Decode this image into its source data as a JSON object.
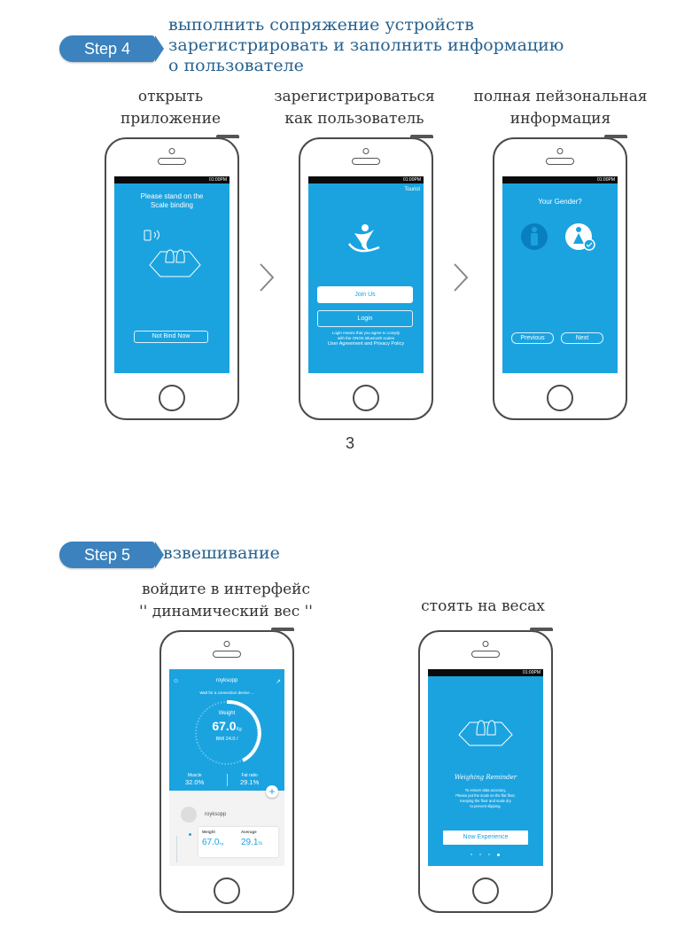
{
  "step4": {
    "badge": "Step 4",
    "title_lines": [
      "выполнить сопряжение устройств",
      "зарегистрировать и заполнить информацию",
      "о пользователе"
    ],
    "captions": [
      [
        "открыть",
        "приложение"
      ],
      [
        "зарегистрироваться",
        "как пользователь"
      ],
      [
        "полная пейзональная",
        "информация"
      ]
    ],
    "phone1": {
      "time": "01:00PM",
      "heading1": "Please stand on the",
      "heading2": "Scale binding",
      "button": "Not Bind Now"
    },
    "phone2": {
      "time": "01:00PM",
      "tourist": "Tourist",
      "join": "Join Us",
      "login": "Login",
      "note1": "Login means that you agree to comply",
      "note2": "with the ONOK Bluetooth scales",
      "note3": "User Agreement and Privacy Policy"
    },
    "phone3": {
      "time": "01:00PM",
      "heading": "Your Gender?",
      "prev": "Previous",
      "next": "Next"
    },
    "page_number": "3"
  },
  "step5": {
    "badge": "Step 5",
    "title": "взвешивание",
    "captions": [
      [
        "войдите в интерфейс",
        "'' динамический вес ''"
      ],
      [
        "стоять на весах"
      ]
    ],
    "phone4": {
      "user": "royksopp",
      "connect": "Wait for a connection device ...",
      "weight_label": "Weight",
      "weight": "67.0",
      "weight_unit": "Kg",
      "bmi": "BMI 24.0 /",
      "muscle_label": "Muscle",
      "muscle": "32.0%",
      "fat_label": "Fat ratio",
      "fat": "29.1%",
      "card_user": "royksopp",
      "card_weight_label": "Weight",
      "card_weight": "67.0",
      "card_weight_unit": "Kg",
      "card_fat_label": "Average",
      "card_fat": "29.1",
      "card_fat_unit": "%"
    },
    "phone5": {
      "time": "01:00PM",
      "heading": "Weighing Reminder",
      "t1": "To ensure data accuracy,",
      "t2": "Please put the scale on the flat floor,",
      "t3": "Keeping the floor and scale dry",
      "t4": "to prevent slipping.",
      "button": "Now Experience"
    }
  },
  "colors": {
    "accent": "#1ba3e0",
    "badge": "#3b82be",
    "title": "#27628f"
  }
}
